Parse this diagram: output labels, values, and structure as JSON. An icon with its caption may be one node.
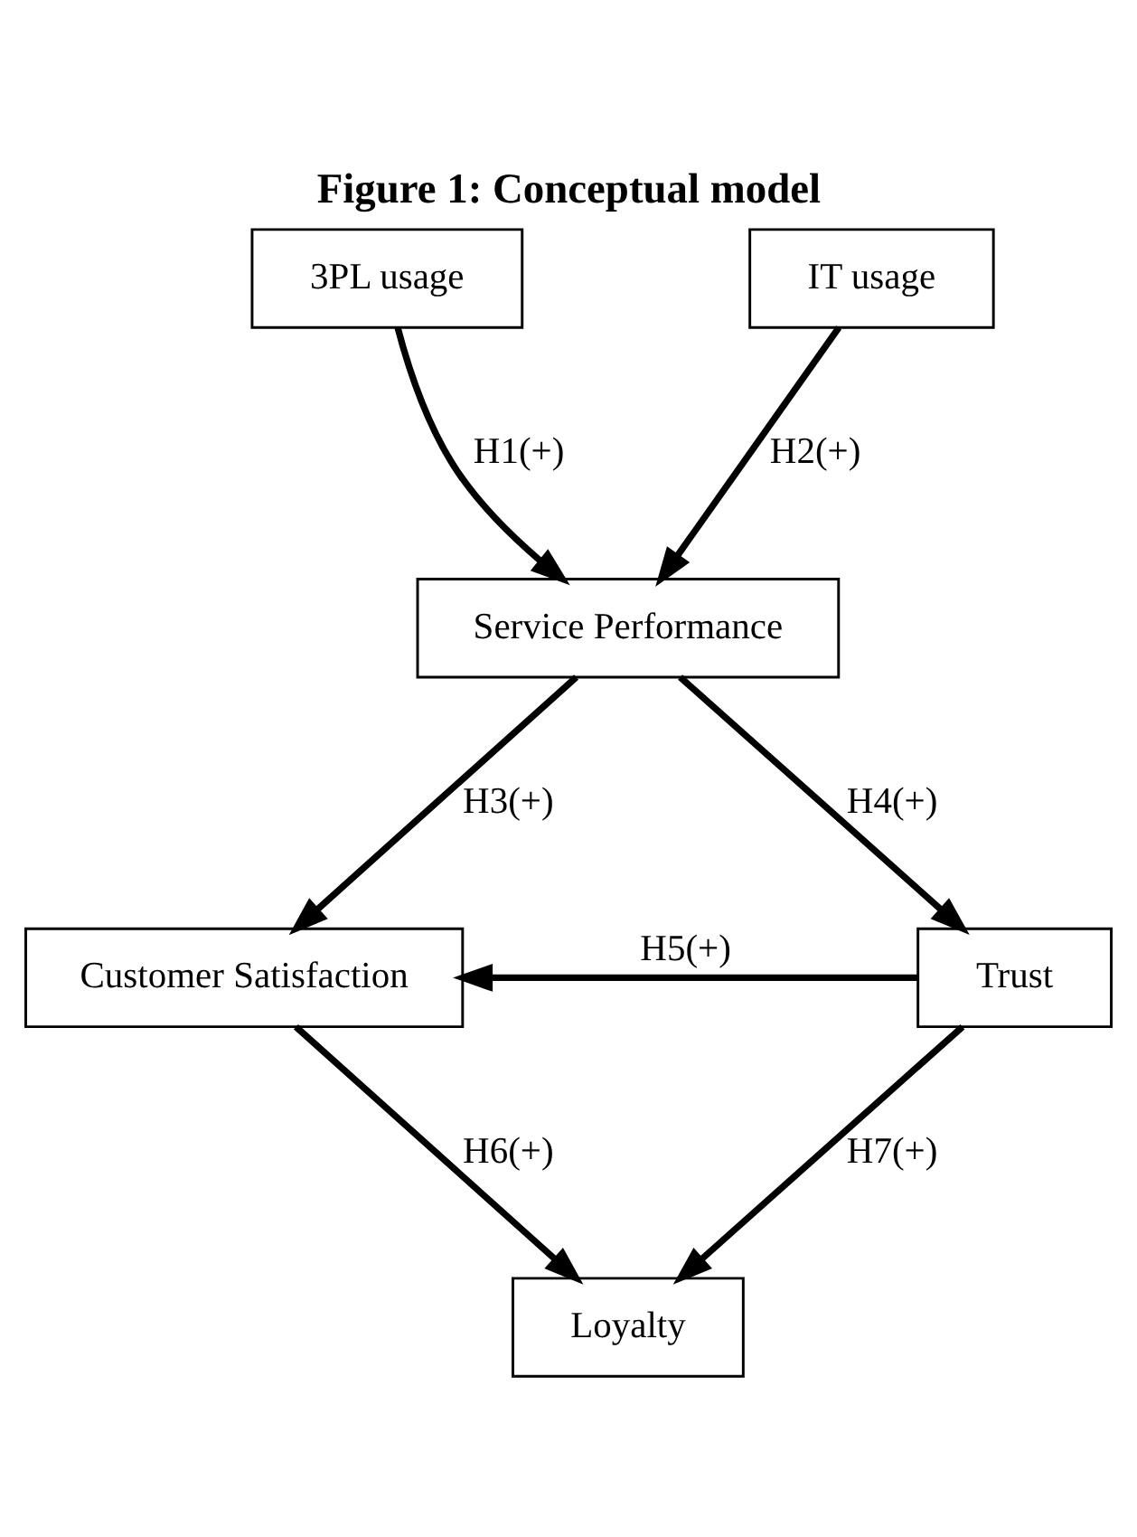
{
  "diagram": {
    "title": "Figure 1: Conceptual model",
    "nodes": [
      {
        "text": [
          "3PL usage"
        ]
      },
      {
        "text": [
          "IT usage"
        ]
      },
      {
        "text": [
          "Service Performance"
        ]
      },
      {
        "text": [
          "Customer Satisfaction"
        ]
      },
      {
        "text": [
          "Trust"
        ]
      },
      {
        "text": [
          "Loyalty"
        ]
      }
    ],
    "edges": [
      {
        "from": 0,
        "to": 2,
        "arrow": "to",
        "label": "H1(+)"
      },
      {
        "from": 1,
        "to": 2,
        "arrow": "to",
        "label": "H2(+)"
      },
      {
        "from": 2,
        "to": 3,
        "arrow": "to",
        "label": "H3(+)"
      },
      {
        "from": 2,
        "to": 4,
        "arrow": "to",
        "label": "H4(+)"
      },
      {
        "from": 4,
        "to": 3,
        "arrow": "to",
        "label": "H5(+)"
      },
      {
        "from": 3,
        "to": 5,
        "arrow": "to",
        "label": "H6(+)"
      },
      {
        "from": 4,
        "to": 5,
        "arrow": "to",
        "label": "H7(+)"
      }
    ]
  }
}
